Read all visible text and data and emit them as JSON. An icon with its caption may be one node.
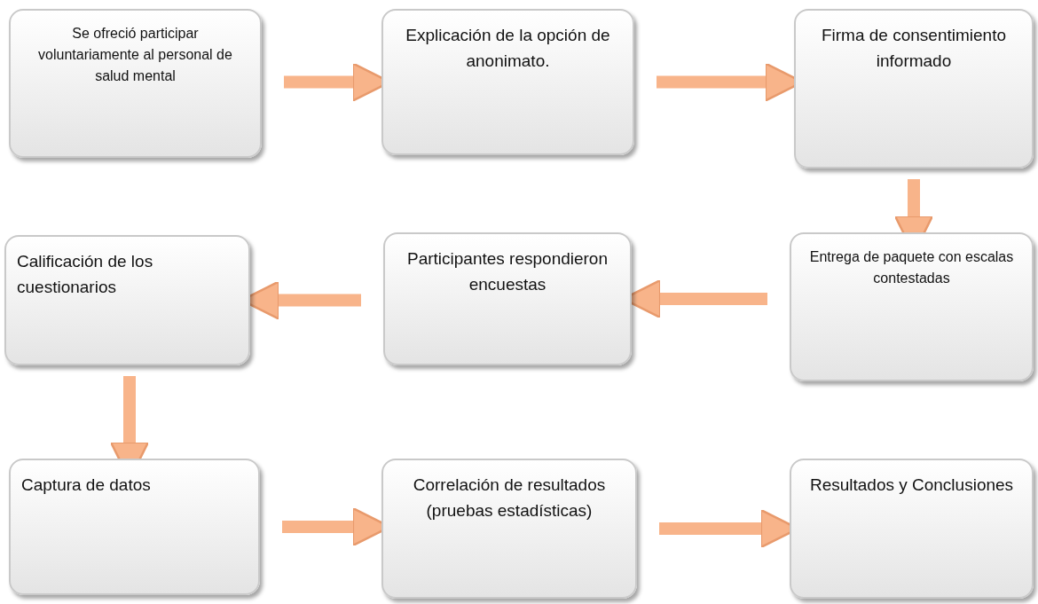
{
  "diagram": {
    "nodes": [
      {
        "text": [
          "Se ofreció  participar voluntariamente al personal de salud mental"
        ]
      },
      {
        "text": [
          "Explicación de la opción de anonimato."
        ]
      },
      {
        "text": [
          "Firma de consentimiento informado"
        ]
      },
      {
        "text": [
          "Calificación de los cuestionarios"
        ]
      },
      {
        "text": [
          "Participantes respondieron encuestas"
        ]
      },
      {
        "text": [
          "Entrega de paquete con escalas contestadas"
        ]
      },
      {
        "text": [
          "Captura de datos"
        ]
      },
      {
        "text": [
          "Correlación de resultados  (pruebas estadísticas)"
        ]
      },
      {
        "text": [
          "Resultados y Conclusiones"
        ]
      }
    ],
    "edges": [
      {
        "from": 0,
        "to": 1,
        "arrow": "to"
      },
      {
        "from": 1,
        "to": 2,
        "arrow": "to"
      },
      {
        "from": 2,
        "to": 5,
        "arrow": "to"
      },
      {
        "from": 5,
        "to": 4,
        "arrow": "to"
      },
      {
        "from": 4,
        "to": 3,
        "arrow": "to"
      },
      {
        "from": 3,
        "to": 6,
        "arrow": "to"
      },
      {
        "from": 6,
        "to": 7,
        "arrow": "to"
      },
      {
        "from": 7,
        "to": 8,
        "arrow": "to"
      }
    ]
  }
}
